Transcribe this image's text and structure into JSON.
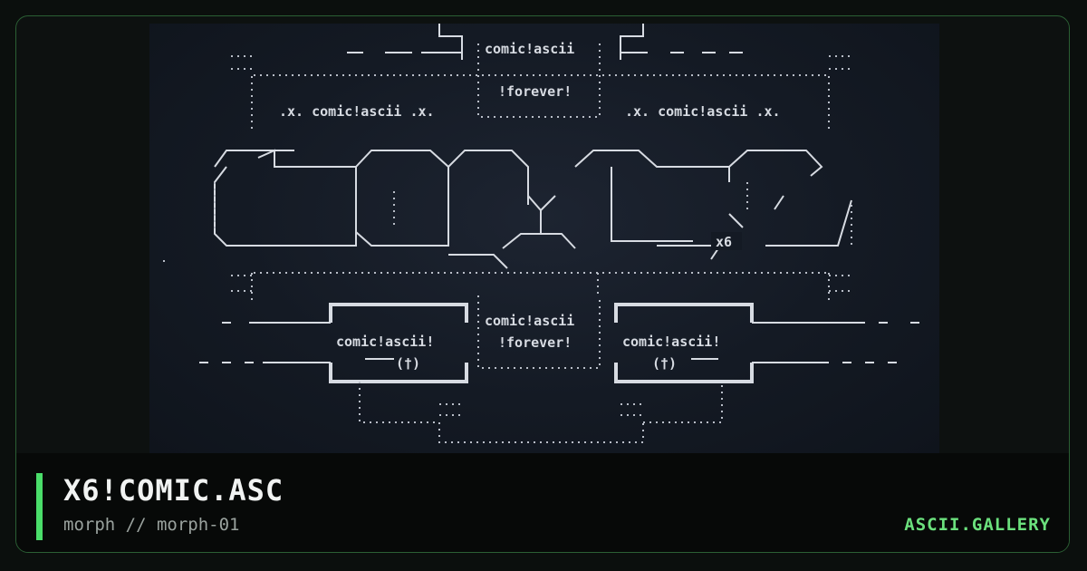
{
  "art": {
    "top_label": "comic!ascii",
    "forever_label": "!forever!",
    "side_label": ".x. comic!ascii .x.",
    "badge": "x6",
    "lower_label": "comic!ascii!",
    "lower_center_label": "comic!ascii",
    "dagger_glyph": "(†)"
  },
  "footer": {
    "title": "X6!COMIC.ASC",
    "subtitle": "morph // morph-01",
    "brand": "ASCII.GALLERY",
    "accent_color": "#4ade6a"
  }
}
